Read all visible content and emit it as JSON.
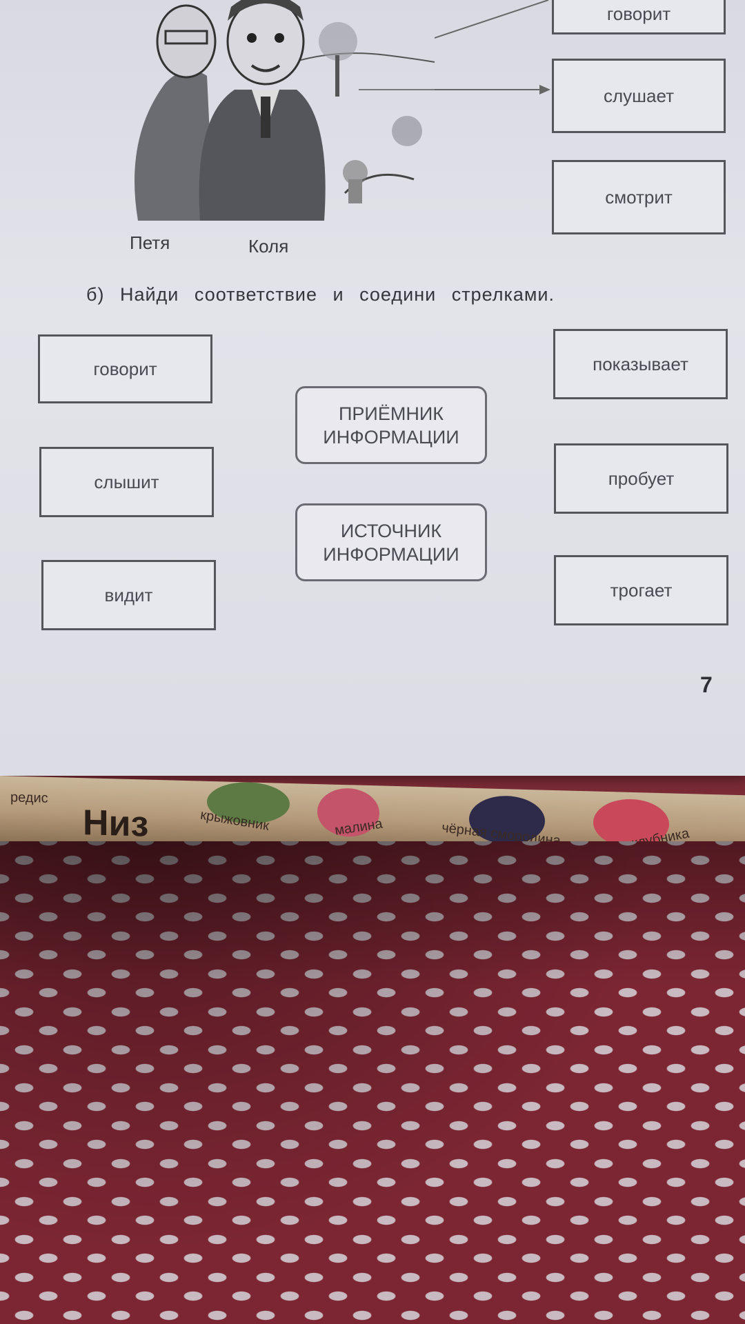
{
  "worksheet": {
    "top_boxes": [
      "говорит",
      "слушает",
      "смотрит"
    ],
    "names": [
      "Петя",
      "Коля"
    ],
    "task_text": "б) Найди соответствие и соедини стрелками.",
    "left_boxes": [
      "говорит",
      "слышит",
      "видит"
    ],
    "center_boxes": [
      "ПРИЁМНИК\nИНФОРМАЦИИ",
      "ИСТОЧНИК\nИНФОРМАЦИИ"
    ],
    "right_boxes": [
      "показывает",
      "пробует",
      "трогает"
    ],
    "page_number": "7"
  },
  "book_spine": {
    "title": "Низ",
    "labels": [
      "редис",
      "крыжовник",
      "малина",
      "чёрная смородина",
      "клубника"
    ]
  },
  "colors": {
    "paper": "#e3e3ea",
    "box_border": "#55555c",
    "fabric": "#7c2633",
    "fabric_dots": "#c9b9c0"
  }
}
